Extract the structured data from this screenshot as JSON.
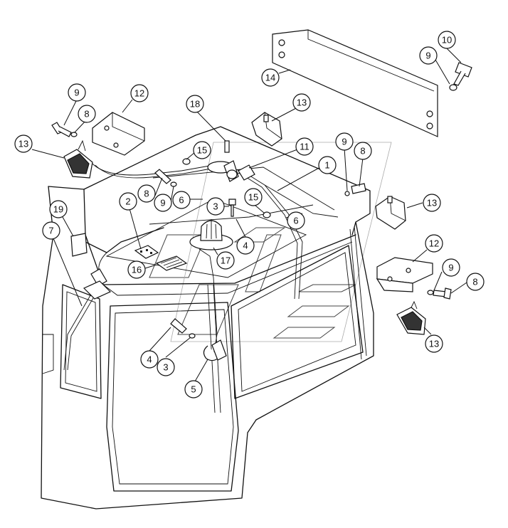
{
  "callouts": [
    {
      "id": "c10a",
      "label": "10"
    },
    {
      "id": "c9a",
      "label": "9"
    },
    {
      "id": "c14",
      "label": "14"
    },
    {
      "id": "c9b",
      "label": "9"
    },
    {
      "id": "c12a",
      "label": "12"
    },
    {
      "id": "c8a",
      "label": "8"
    },
    {
      "id": "c13a",
      "label": "13"
    },
    {
      "id": "c18",
      "label": "18"
    },
    {
      "id": "c13b",
      "label": "13"
    },
    {
      "id": "c15a",
      "label": "15"
    },
    {
      "id": "c11",
      "label": "11"
    },
    {
      "id": "c9c",
      "label": "9"
    },
    {
      "id": "c8b",
      "label": "8"
    },
    {
      "id": "c1",
      "label": "1"
    },
    {
      "id": "c8c",
      "label": "8"
    },
    {
      "id": "c9d",
      "label": "9"
    },
    {
      "id": "c6a",
      "label": "6"
    },
    {
      "id": "c2",
      "label": "2"
    },
    {
      "id": "c3a",
      "label": "3"
    },
    {
      "id": "c15b",
      "label": "15"
    },
    {
      "id": "c13c",
      "label": "13"
    },
    {
      "id": "c19",
      "label": "19"
    },
    {
      "id": "c6b",
      "label": "6"
    },
    {
      "id": "c7",
      "label": "7"
    },
    {
      "id": "c4a",
      "label": "4"
    },
    {
      "id": "c12b",
      "label": "12"
    },
    {
      "id": "c16",
      "label": "16"
    },
    {
      "id": "c17",
      "label": "17"
    },
    {
      "id": "c9e",
      "label": "9"
    },
    {
      "id": "c8d",
      "label": "8"
    },
    {
      "id": "c4b",
      "label": "4"
    },
    {
      "id": "c3b",
      "label": "3"
    },
    {
      "id": "c13d",
      "label": "13"
    },
    {
      "id": "c5",
      "label": "5"
    }
  ]
}
